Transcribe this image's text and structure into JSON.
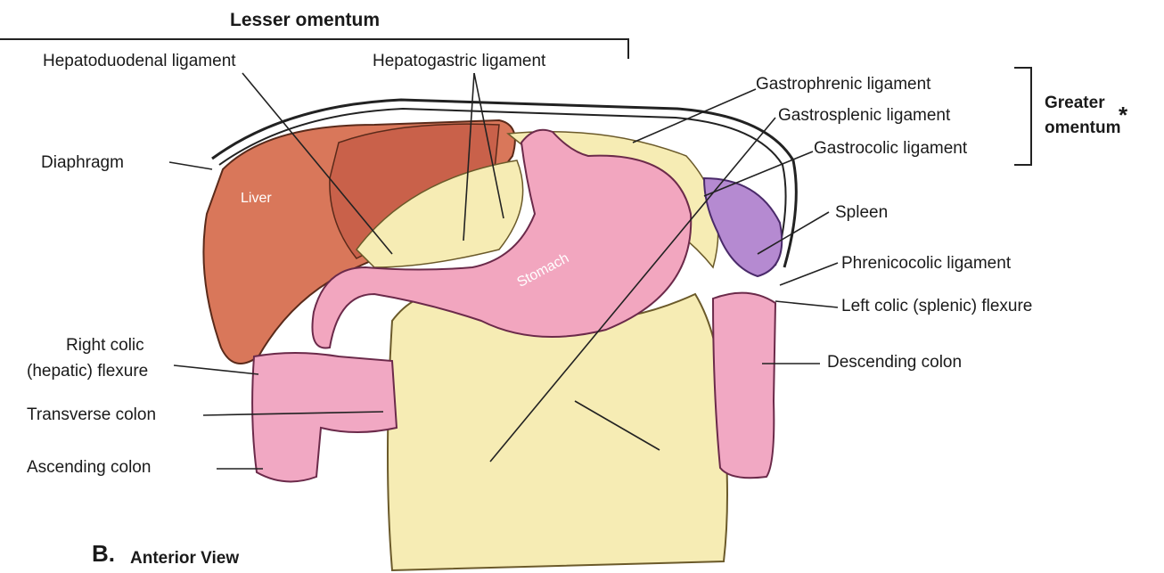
{
  "labels": {
    "lesser_omentum": "Lesser omentum",
    "hepatoduodenal": "Hepatoduodenal ligament",
    "hepatogastric": "Hepatogastric ligament",
    "gastrophrenic": "Gastrophrenic ligament",
    "gastrosplenic": "Gastrosplenic ligament",
    "gastrocolic": "Gastrocolic ligament",
    "greater_omentum_line1": "Greater",
    "greater_omentum_line2": "omentum",
    "asterisk": "*",
    "diaphragm": "Diaphragm",
    "spleen": "Spleen",
    "phrenicocolic": "Phrenicocolic ligament",
    "left_colic_flexure": "Left colic (splenic) flexure",
    "descending_colon": "Descending colon",
    "right_colic_line1": "Right colic",
    "right_colic_line2": "(hepatic) flexure",
    "transverse_colon": "Transverse colon",
    "ascending_colon": "Ascending colon"
  },
  "organs": {
    "liver": "Liver",
    "stomach": "Stomach"
  },
  "caption": {
    "letter": "B.",
    "text": "Anterior View"
  },
  "colors": {
    "liver": "#d9775a",
    "liver_dark": "#c9614a",
    "stomach": "#f2a6bf",
    "omentum": "#f6ecb4",
    "spleen": "#b58ad1",
    "colon": "#f1a8c3"
  }
}
